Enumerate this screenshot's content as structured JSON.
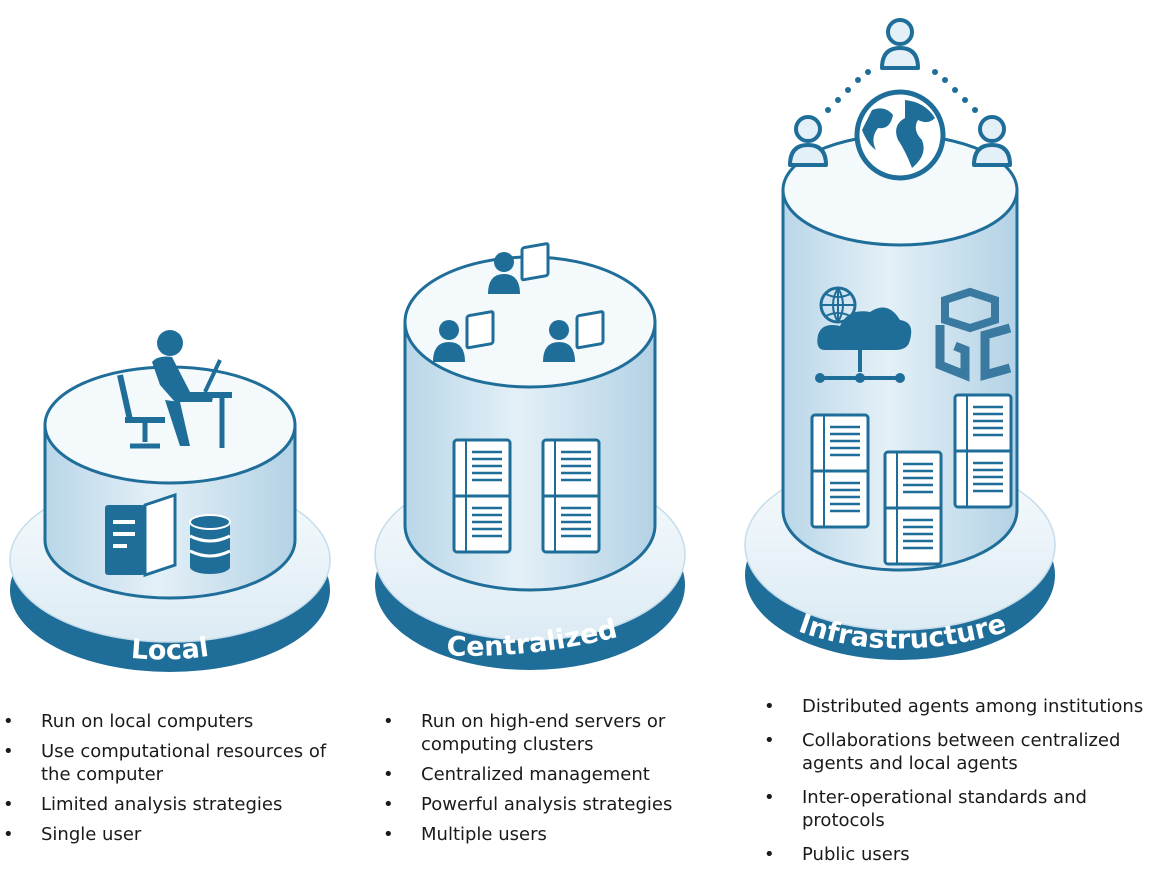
{
  "tiers": [
    {
      "label": "Local",
      "bullets": [
        "Run on local computers",
        "Use computational resources of the computer",
        "Limited analysis strategies",
        "Single user"
      ]
    },
    {
      "label": "Centralized",
      "bullets": [
        "Run on high-end servers or computing clusters",
        "Centralized management",
        "Powerful analysis strategies",
        "Multiple users"
      ]
    },
    {
      "label": "Infrastructure",
      "bullets": [
        "Distributed agents among institutions",
        "Collaborations between centralized agents and local agents",
        "Inter-operational standards and protocols",
        "Public users"
      ]
    }
  ],
  "logo_text": "OGC",
  "colors": {
    "dark": "#1f6e99",
    "mid": "#3a7aa0",
    "light": "#d2e6f1",
    "pale": "#e9f3f9",
    "top": "#f4f9fc"
  }
}
